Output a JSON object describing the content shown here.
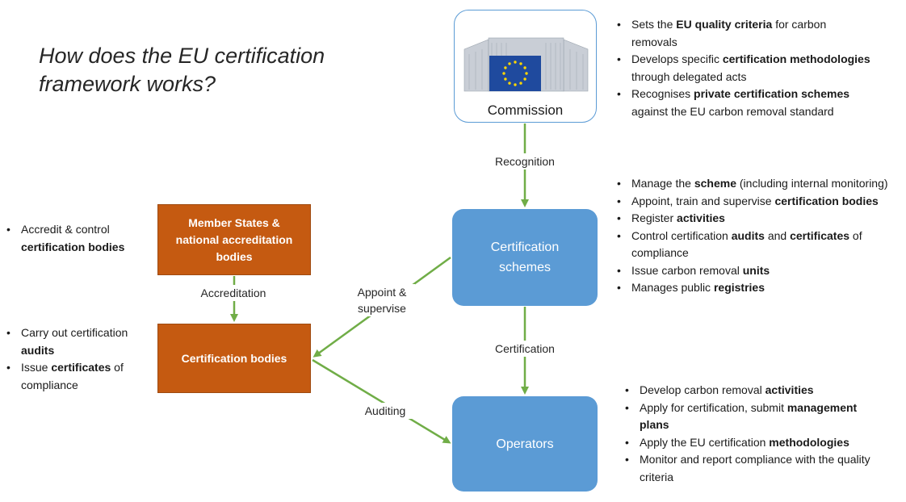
{
  "title": "How does the EU certification framework works?",
  "colors": {
    "orange": "#c55a11",
    "blue": "#5b9bd5",
    "arrow": "#70ad47",
    "eu_flag": "#1f4a9e",
    "eu_stars": "#ffd700"
  },
  "nodes": {
    "commission": "Commission",
    "member_states": "Member States & national accreditation bodies",
    "certification_bodies": "Certification bodies",
    "certification_schemes": "Certification schemes",
    "operators": "Operators"
  },
  "edges": {
    "recognition": "Recognition",
    "accreditation": "Accreditation",
    "appoint": "Appoint & supervise",
    "certification": "Certification",
    "auditing": "Auditing"
  },
  "bullets": {
    "commission": [
      {
        "pre": "Sets the ",
        "bold": "EU quality criteria",
        "post": " for carbon removals"
      },
      {
        "pre": "Develops specific ",
        "bold": "certification methodologies",
        "post": " through delegated acts"
      },
      {
        "pre": "Recognises ",
        "bold": "private certification schemes",
        "post": " against the EU carbon removal standard"
      }
    ],
    "schemes": [
      {
        "pre": "Manage the ",
        "bold": "scheme",
        "post": " (including internal monitoring)"
      },
      {
        "pre": "Appoint, train and supervise ",
        "bold": "certification bodies",
        "post": ""
      },
      {
        "pre": "Register ",
        "bold": "activities",
        "post": ""
      },
      {
        "pre": "Control certification ",
        "bold": "audits",
        "mid": " and ",
        "bold2": "certificates",
        "post": " of compliance"
      },
      {
        "pre": "Issue carbon removal ",
        "bold": "units",
        "post": ""
      },
      {
        "pre": "Manages public ",
        "bold": "registries",
        "post": ""
      }
    ],
    "operators": [
      {
        "pre": "Develop carbon removal ",
        "bold": "activities",
        "post": ""
      },
      {
        "pre": "Apply for certification, submit ",
        "bold": "management plans",
        "post": ""
      },
      {
        "pre": "Apply the EU certification ",
        "bold": "methodologies",
        "post": ""
      },
      {
        "pre": "Monitor and report compliance with the quality criteria",
        "bold": "",
        "post": ""
      }
    ],
    "member_states": [
      {
        "pre": "Accredit & control ",
        "bold": "certification bodies",
        "post": ""
      }
    ],
    "certification_bodies": [
      {
        "pre": "Carry out certification ",
        "bold": "audits",
        "post": ""
      },
      {
        "pre": "Issue ",
        "bold": "certificates",
        "post": " of compliance"
      }
    ]
  }
}
